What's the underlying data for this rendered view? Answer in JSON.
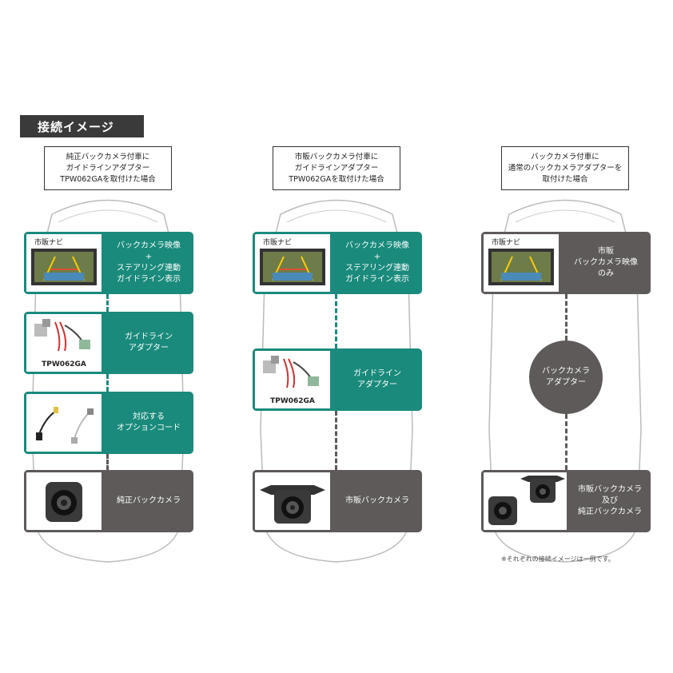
{
  "title": "接続イメージ",
  "columns": [
    {
      "caption": [
        "純正バックカメラ付車に",
        "ガイドラインアダプター",
        "TPW062GAを取付けた場合"
      ],
      "cards": [
        {
          "tab": "市販ナビ",
          "lines": [
            "バックカメラ映像",
            "+",
            "ステアリング連動",
            "ガイドライン表示"
          ]
        },
        {
          "code": "TPW062GA",
          "lines": [
            "ガイドライン",
            "アダプター"
          ]
        },
        {
          "lines": [
            "対応する",
            "オプションコード"
          ]
        },
        {
          "lines": [
            "純正バックカメラ"
          ]
        }
      ]
    },
    {
      "caption": [
        "市販バックカメラ付車に",
        "ガイドラインアダプター",
        "TPW062GAを取付けた場合"
      ],
      "cards": [
        {
          "tab": "市販ナビ",
          "lines": [
            "バックカメラ映像",
            "+",
            "ステアリング連動",
            "ガイドライン表示"
          ]
        },
        {
          "code": "TPW062GA",
          "lines": [
            "ガイドライン",
            "アダプター"
          ]
        },
        {
          "lines": [
            "市販バックカメラ"
          ]
        }
      ]
    },
    {
      "caption": [
        "バックカメラ付車に",
        "通常のバックカメラアダプターを",
        "取付けた場合"
      ],
      "cards": [
        {
          "tab": "市販ナビ",
          "lines": [
            "市販",
            "バックカメラ映像",
            "のみ"
          ]
        },
        {
          "lines": [
            "市販バックカメラ",
            "及び",
            "純正バックカメラ"
          ]
        }
      ],
      "circle": [
        "バックカメラ",
        "アダプター"
      ]
    }
  ],
  "footnote": "※それぞれの接続イメージは一例です。",
  "colors": {
    "teal": "#1a8a7c",
    "gray": "#5d5a59",
    "tag": "#3a3a3a"
  },
  "icons": [
    "navi-screen-image",
    "adapter-harness-image",
    "option-cord-image",
    "rear-camera-image",
    "car-outline-image"
  ]
}
